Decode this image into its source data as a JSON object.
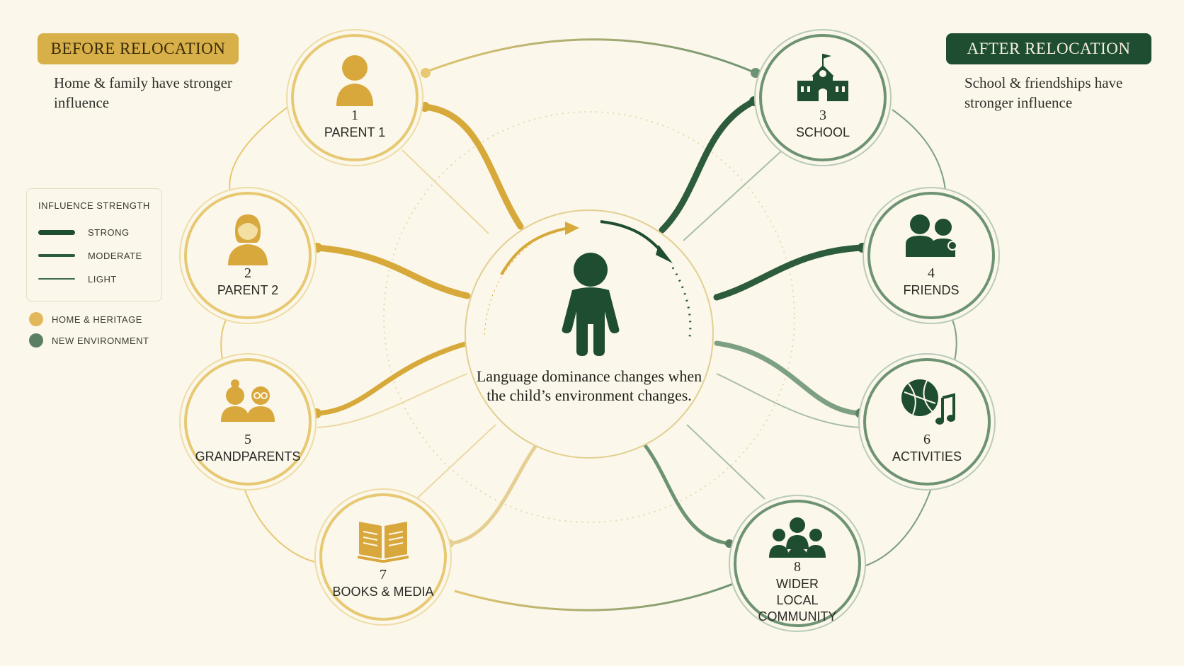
{
  "header": {
    "before_label": "BEFORE RELOCATION",
    "before_subtitle": "Home & family have stronger influence",
    "after_label": "AFTER RELOCATION",
    "after_subtitle": "School & friendships have stronger influence"
  },
  "legend": {
    "title": "INFLUENCE STRENGTH",
    "strengths": [
      {
        "label": "STRONG",
        "weight": "strong"
      },
      {
        "label": "MODERATE",
        "weight": "moderate"
      },
      {
        "label": "LIGHT",
        "weight": "light"
      }
    ],
    "groups": [
      {
        "label": "HOME & HERITAGE",
        "color": "#d9b24c"
      },
      {
        "label": "NEW ENVIRONMENT",
        "color": "#5b7f62"
      }
    ]
  },
  "center": {
    "text": "Language dominance changes when the child’s environment changes.",
    "icon": "child-icon"
  },
  "nodes": [
    {
      "number": "1",
      "label": "PARENT 1",
      "icon": "parent-icon",
      "group": "home"
    },
    {
      "number": "2",
      "label": "PARENT 2",
      "icon": "parent-2-icon",
      "group": "home"
    },
    {
      "number": "3",
      "label": "SCHOOL",
      "icon": "school-icon",
      "group": "env"
    },
    {
      "number": "4",
      "label": "FRIENDS",
      "icon": "friends-icon",
      "group": "env"
    },
    {
      "number": "5",
      "label": "GRANDPARENTS",
      "icon": "grandparents-icon",
      "group": "home"
    },
    {
      "number": "6",
      "label": "ACTIVITIES",
      "icon": "activities-icon",
      "group": "env"
    },
    {
      "number": "7",
      "label": "BOOKS & MEDIA",
      "icon": "book-icon",
      "group": "home"
    },
    {
      "number": "8",
      "label": "WIDER LOCAL COMMUNITY",
      "icon": "community-icon",
      "group": "env"
    }
  ],
  "links": [
    {
      "from": "1",
      "to": "center",
      "strength": "strong"
    },
    {
      "from": "2",
      "to": "center",
      "strength": "strong"
    },
    {
      "from": "5",
      "to": "center",
      "strength": "moderate"
    },
    {
      "from": "7",
      "to": "center",
      "strength": "light"
    },
    {
      "from": "3",
      "to": "center",
      "strength": "strong"
    },
    {
      "from": "4",
      "to": "center",
      "strength": "strong"
    },
    {
      "from": "6",
      "to": "center",
      "strength": "moderate"
    },
    {
      "from": "8",
      "to": "center",
      "strength": "moderate"
    }
  ],
  "colors": {
    "home": "#d9b24c",
    "env": "#1e4d32",
    "background": "#fbf7ea"
  }
}
